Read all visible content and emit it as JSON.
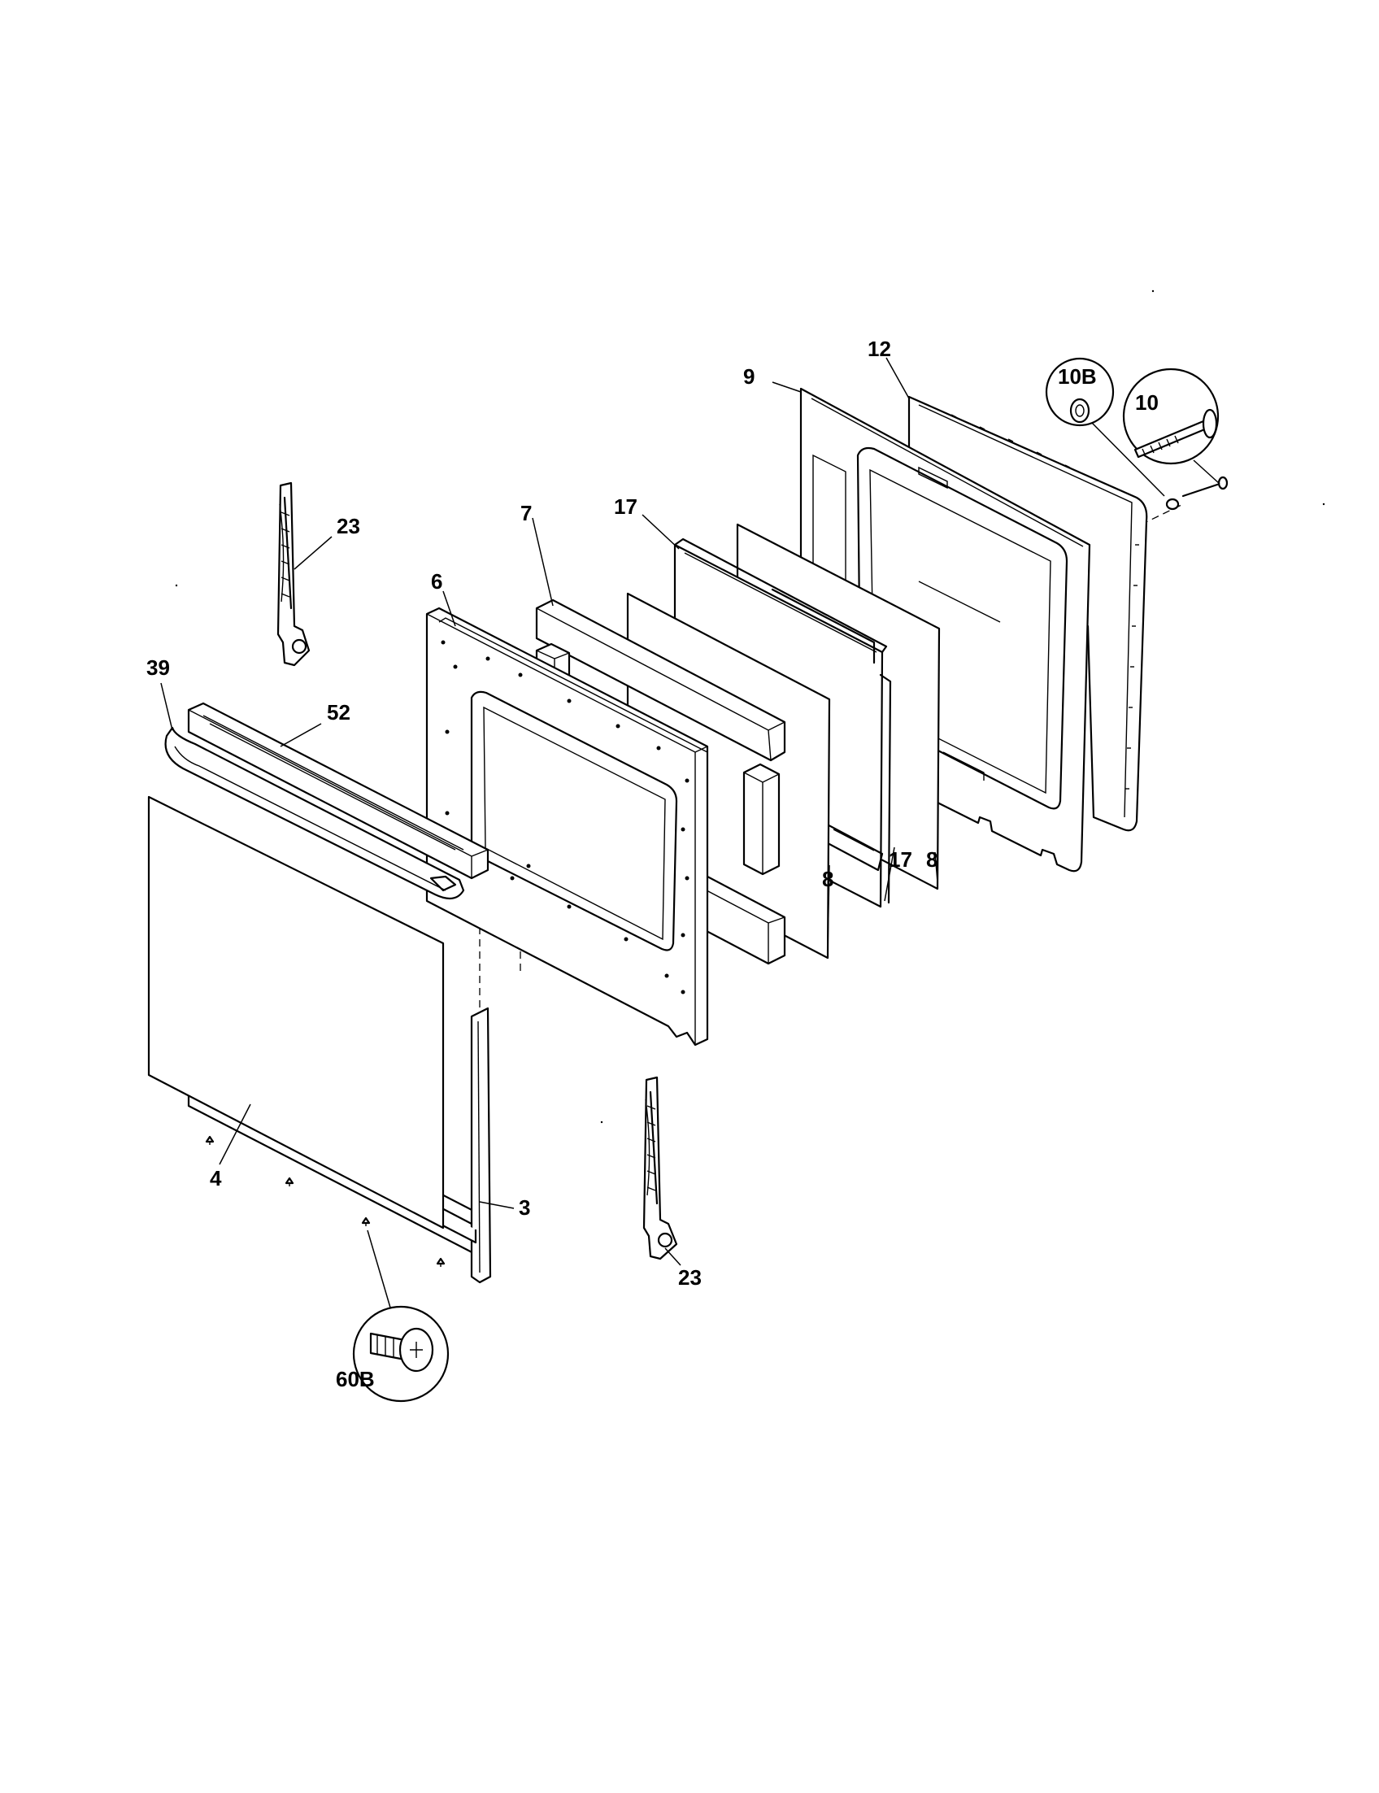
{
  "diagram": {
    "callouts": {
      "n12": "12",
      "n9": "9",
      "n10B": "10B",
      "n10": "10",
      "n23_top": "23",
      "n7": "7",
      "n17_top": "17",
      "n6": "6",
      "n39": "39",
      "n52": "52",
      "n8_right": "8",
      "n8_mid": "8",
      "n17_bottom": "17",
      "n4": "4",
      "n3": "3",
      "n23_bottom": "23",
      "n60B": "60B"
    }
  }
}
